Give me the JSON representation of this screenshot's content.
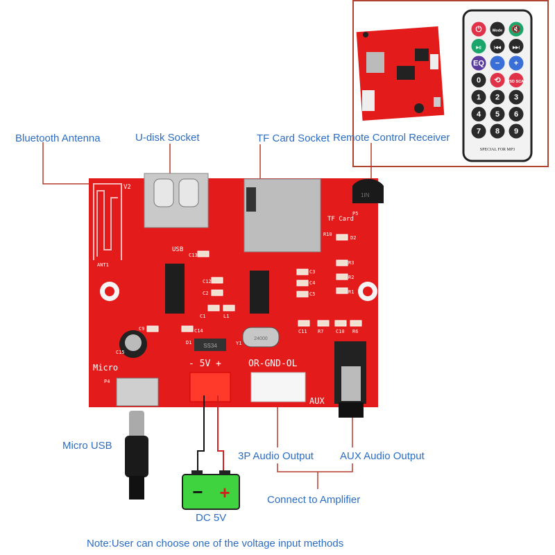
{
  "labels": {
    "bluetooth_antenna": "Bluetooth Antenna",
    "udisk_socket": "U-disk Socket",
    "tf_card_socket": "TF Card Socket",
    "remote_receiver": "Remote Control Receiver",
    "micro_usb": "Micro USB",
    "audio_3p": "3P Audio Output",
    "aux_audio": "AUX Audio Output",
    "connect_amp": "Connect to Amplifier",
    "dc_5v": "DC 5V",
    "note": "Note:User can choose one of the voltage input methods"
  },
  "board_silkscreen": {
    "version": "V2",
    "usb": "USB",
    "tf_card": "TF Card",
    "p5": "P5",
    "ant": "ANT1",
    "micro": "Micro",
    "power": "- 5V +",
    "audio_pins": "OR-GND-OL",
    "aux": "AUX",
    "diode": "SS34",
    "crystal": "24000",
    "receiver": "1IN",
    "components": [
      "C13",
      "C12",
      "C2",
      "C1",
      "L1",
      "C9",
      "C14",
      "C15",
      "D1",
      "Y1",
      "C3",
      "C4",
      "C5",
      "R10",
      "D2",
      "R3",
      "R2",
      "R1",
      "C11",
      "R7",
      "C10",
      "R6",
      "P4"
    ]
  },
  "battery": {
    "minus": "−",
    "plus": "+"
  },
  "remote": {
    "footer": "SPECIAL FOR MP3",
    "buttons": [
      {
        "label": "⏻",
        "color": "#e0334a"
      },
      {
        "label": "Mode",
        "color": "#2a2a2a"
      },
      {
        "label": "🔇",
        "color": "#1aa66a"
      },
      {
        "label": "▶||",
        "color": "#1aa66a"
      },
      {
        "label": "|◀◀",
        "color": "#2a2a2a"
      },
      {
        "label": "▶▶|",
        "color": "#2a2a2a"
      },
      {
        "label": "EQ",
        "color": "#5b3aa0"
      },
      {
        "label": "−",
        "color": "#3a6fd8"
      },
      {
        "label": "+",
        "color": "#3a6fd8"
      },
      {
        "label": "0",
        "color": "#2a2a2a"
      },
      {
        "label": "⟲",
        "color": "#e0334a"
      },
      {
        "label": "U/SD SCAN",
        "color": "#e0334a"
      },
      {
        "label": "1",
        "color": "#2a2a2a"
      },
      {
        "label": "2",
        "color": "#2a2a2a"
      },
      {
        "label": "3",
        "color": "#2a2a2a"
      },
      {
        "label": "4",
        "color": "#2a2a2a"
      },
      {
        "label": "5",
        "color": "#2a2a2a"
      },
      {
        "label": "6",
        "color": "#2a2a2a"
      },
      {
        "label": "7",
        "color": "#2a2a2a"
      },
      {
        "label": "8",
        "color": "#2a2a2a"
      },
      {
        "label": "9",
        "color": "#2a2a2a"
      }
    ]
  },
  "colors": {
    "label": "#2b6cc4",
    "leader": "#b23a2a",
    "board": "#e31b1b",
    "battery": "#3fd43f"
  }
}
